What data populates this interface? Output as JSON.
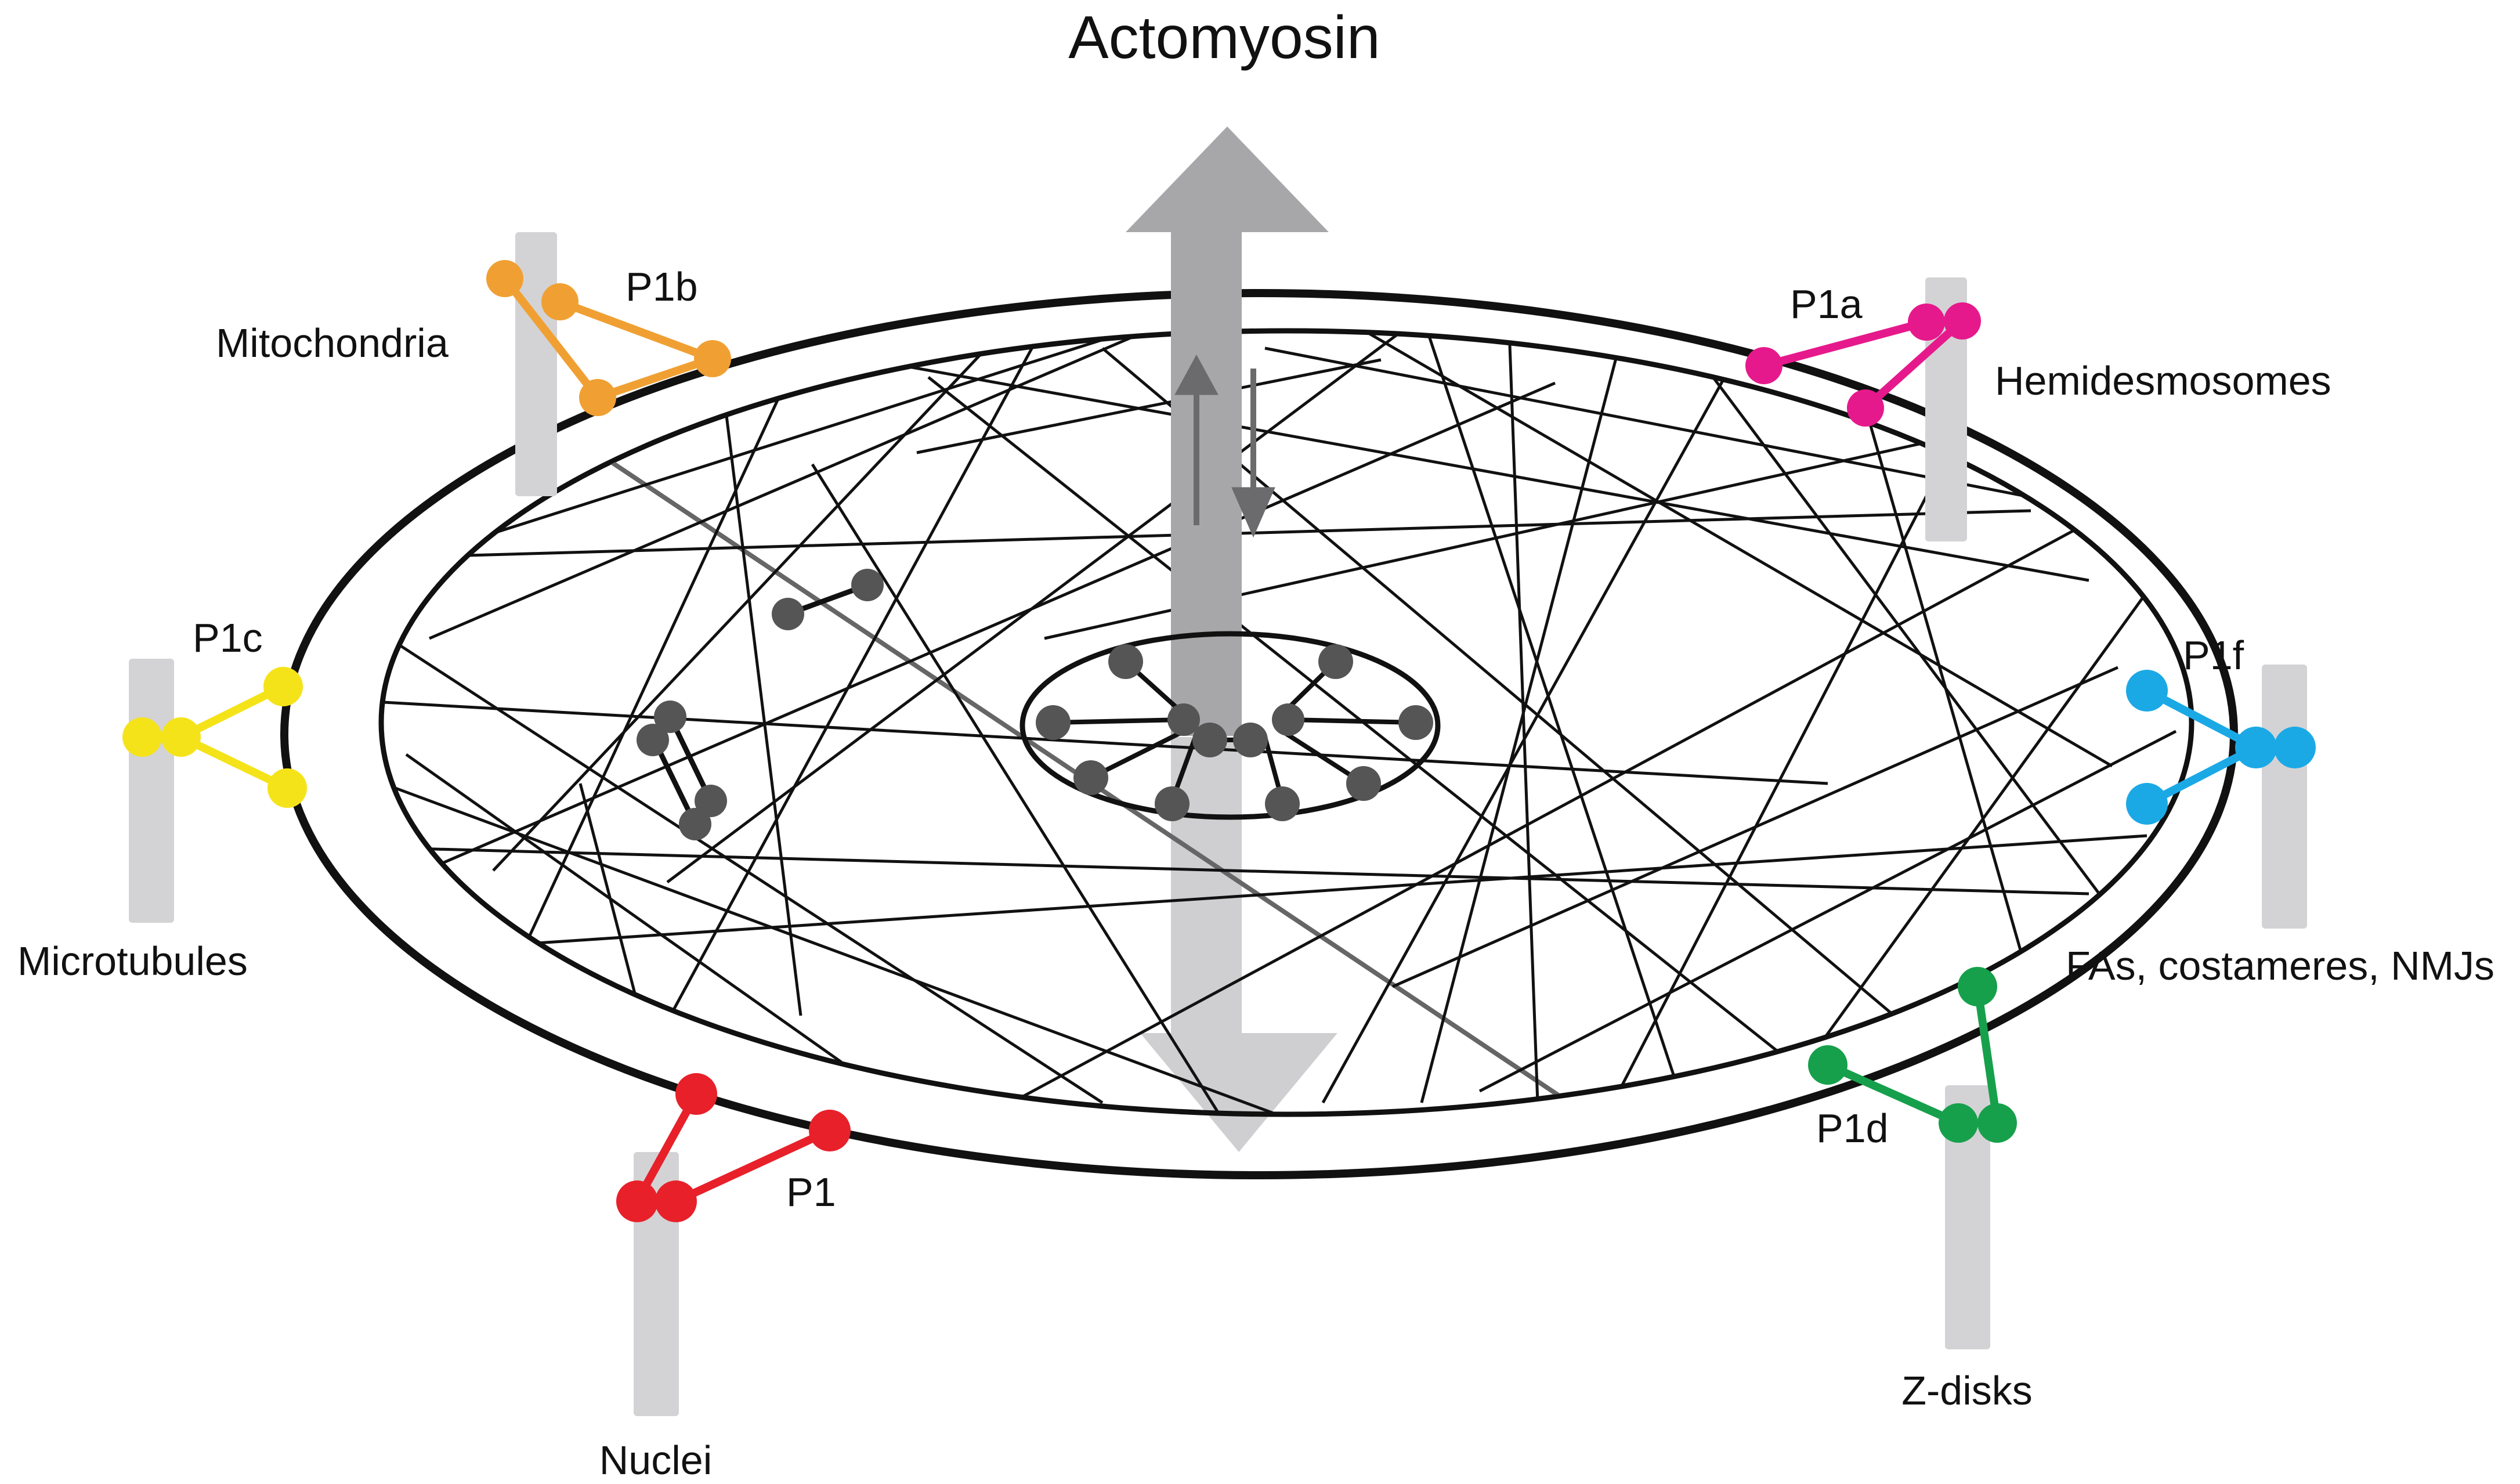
{
  "title": "Actomyosin",
  "labels": {
    "mitochondria": "Mitochondria",
    "p1b": "P1b",
    "p1a": "P1a",
    "hemidesmosomes": "Hemidesmosomes",
    "p1c": "P1c",
    "microtubules": "Microtubules",
    "p1f": "P1f",
    "fas": "FAs, costameres, NMJs",
    "p1": "P1",
    "nuclei": "Nuclei",
    "p1d": "P1d",
    "zdisks": "Z-disks"
  },
  "colors": {
    "p1": "#e8202a",
    "p1a": "#e6198c",
    "p1b": "#f0a033",
    "p1c": "#f5e31a",
    "p1d": "#16a04b",
    "p1f": "#1ba9e6",
    "connector_bar": "#d3d3d5",
    "arrow": "#a7a7a9",
    "node": "#555555"
  },
  "icons": {
    "central_arrow": "double-headed-vertical-arrow",
    "small_arrows": "up-down-arrows"
  }
}
